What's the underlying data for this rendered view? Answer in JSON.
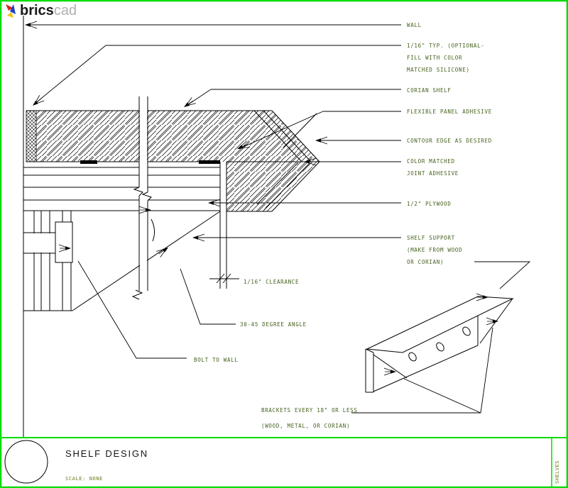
{
  "logo": {
    "brand_bold": "brics",
    "brand_light": "cad"
  },
  "labels": {
    "wall": "WALL",
    "typ1": "1/16\" TYP. (OPTIONAL-",
    "typ2": "FILL WITH COLOR",
    "typ3": "MATCHED SILICONE)",
    "corian": "CORIAN SHELF",
    "flex": "FLEXIBLE PANEL ADHESIVE",
    "contour": "CONTOUR EDGE AS DESIRED",
    "joint1": "COLOR MATCHED",
    "joint2": "JOINT ADHESIVE",
    "plywood": "1/2\" PLYWOOD",
    "support1": "SHELF SUPPORT",
    "support2": "(MAKE FROM WOOD",
    "support3": "OR CORIAN)",
    "clearance": "1/16\" CLEARANCE",
    "angle": "30-45 DEGREE ANGLE",
    "bolt": "BOLT TO WALL",
    "brackets1": "BRACKETS EVERY 18\" OR LESS",
    "brackets2": "(WOOD, METAL, OR CORIAN)"
  },
  "title_block": {
    "title": "SHELF DESIGN",
    "scale": "SCALE: NONE",
    "side_label": "SHELVES"
  },
  "colors": {
    "border_green": "#00dd00",
    "annotation_olive": "#44611c",
    "line_black": "#000000",
    "logo_gray": "#b0b0b0",
    "logo_red": "#d9251c",
    "logo_blue": "#1f3fbe",
    "logo_yellow": "#f2c300"
  }
}
